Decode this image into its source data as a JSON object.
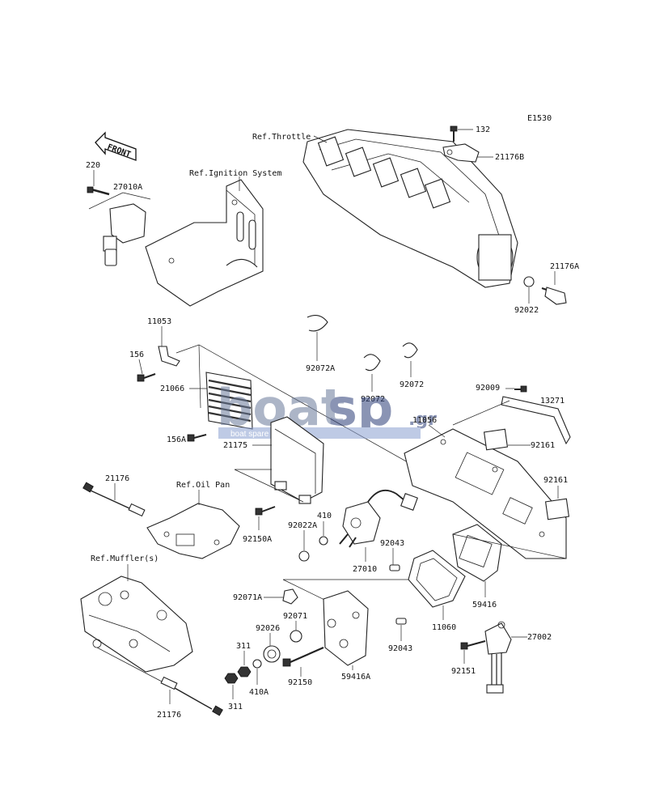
{
  "diagram_code": "E1530",
  "front_label": "FRONT",
  "watermark": {
    "brand_left": "boat",
    "brand_right": "sp",
    "suffix": ".gr",
    "tagline": "boat spare parts"
  },
  "refs": {
    "throttle": "Ref.Throttle",
    "ignition": "Ref.Ignition System",
    "oil_pan": "Ref.Oil Pan",
    "muffler": "Ref.Muffler(s)"
  },
  "parts": {
    "p132": "132",
    "p21176B": "21176B",
    "p21176A": "21176A",
    "p92022": "92022",
    "p220": "220",
    "p27010A": "27010A",
    "p11053": "11053",
    "p156": "156",
    "p21066": "21066",
    "p156A": "156A",
    "p92072A": "92072A",
    "p92072a": "92072",
    "p92072b": "92072",
    "p11056": "11056",
    "p92009": "92009",
    "p13271": "13271",
    "p92161a": "92161",
    "p92161b": "92161",
    "p21175": "21175",
    "p21176a": "21176",
    "p92150A": "92150A",
    "p410": "410",
    "p92022A": "92022A",
    "p27010": "27010",
    "p92043a": "92043",
    "p59416": "59416",
    "p92071A": "92071A",
    "p92071": "92071",
    "p92026": "92026",
    "p311a": "311",
    "p311b": "311",
    "p410A": "410A",
    "p92150": "92150",
    "p59416A": "59416A",
    "p11060": "11060",
    "p92043b": "92043",
    "p27002": "27002",
    "p92151": "92151",
    "p21176b": "21176"
  }
}
